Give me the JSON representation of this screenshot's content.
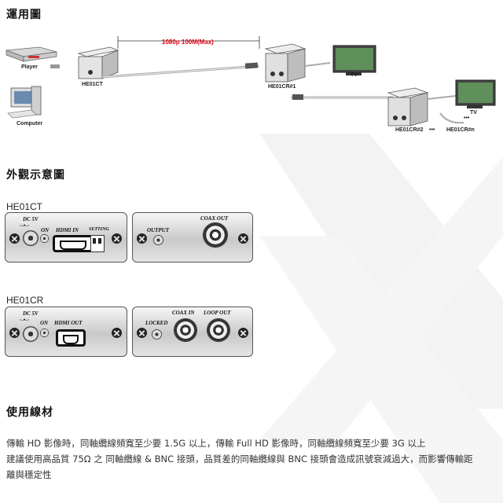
{
  "sections": {
    "diagram_title": "運用圖",
    "appearance_title": "外觀示意圖",
    "cable_title": "使用線材"
  },
  "diagram": {
    "player": "Player",
    "computer": "Computer",
    "transmitter": "HE01CT",
    "cable_spec": "1080p 100M(Max)",
    "receiver1": "HE01CR#1",
    "tv1": "TV",
    "tv2": "TV",
    "receiver2": "HE01CR#2",
    "ellipsis": "•••",
    "receiver_n": "HE01CR#n"
  },
  "ct_panel": {
    "model": "HE01CT",
    "dc_label": "DC 5V",
    "on_label": "ON",
    "hdmi_label": "HDMI IN",
    "setting_label": "SETTING",
    "output_label": "OUTPUT",
    "coax_label": "COAX OUT"
  },
  "cr_panel": {
    "model": "HE01CR",
    "dc_label": "DC 5V",
    "on_label": "ON",
    "hdmi_label": "HDMI OUT",
    "locked_label": "LOCKED",
    "coax_in_label": "COAX IN",
    "loop_out_label": "LOOP OUT"
  },
  "cable_text": {
    "line1": "傳輸  HD  影像時，同軸纜線頻寬至少要  1.5G  以上，傳輸  Full HD  影像時，同軸纜線頻寬至少要  3G  以上",
    "line2": "建議使用高品質  75Ω  之  同軸纜線  & BNC 接頭，品質差的同軸纜線與  BNC  接頭會造成訊號衰減過大，而影響傳輸距",
    "line3": "離與穩定性"
  },
  "colors": {
    "cable_spec_red": "#e60012",
    "watermark": "#f2f2f2"
  }
}
